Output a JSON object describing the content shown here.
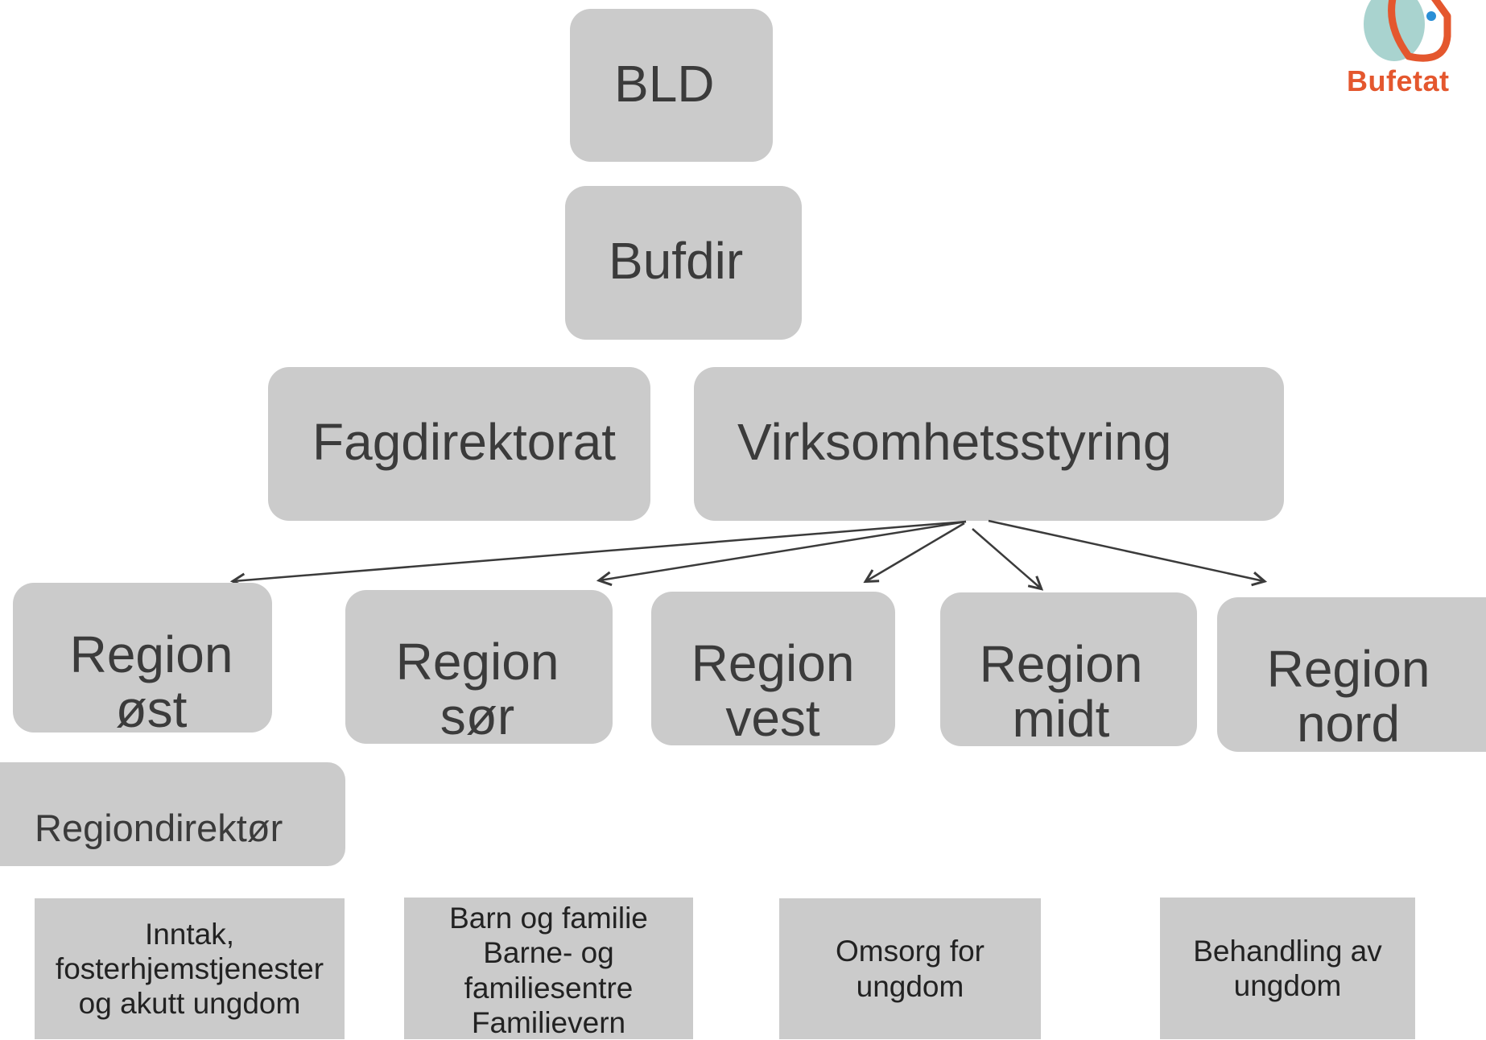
{
  "logo": {
    "text": "Bufetat",
    "brand_color": "#e4572e",
    "accent_color": "#a9d3cf"
  },
  "colors": {
    "box_fill": "#cbcbcb",
    "text": "#3b3b3b",
    "arrow": "#3b3b3b"
  },
  "hierarchy": {
    "top": "BLD",
    "directorate": "Bufdir",
    "divisions": {
      "fag": "Fagdirektorat",
      "virksomhet": "Virksomhetsstyring"
    },
    "regions": {
      "ost": "Region\nøst",
      "sor": "Region\nsør",
      "vest": "Region\nvest",
      "midt": "Region\nmidt",
      "nord": "Region\nnord"
    },
    "regional_director": "Regiondirektør",
    "functions": {
      "inntak": "Inntak,\nfosterhjemstjenester\nog akutt ungdom",
      "barn": "Barn og familie\nBarne- og\nfamiliesentre\nFamilievern",
      "omsorg": "Omsorg for\nungdom",
      "behandling": "Behandling av\nungdom"
    }
  }
}
